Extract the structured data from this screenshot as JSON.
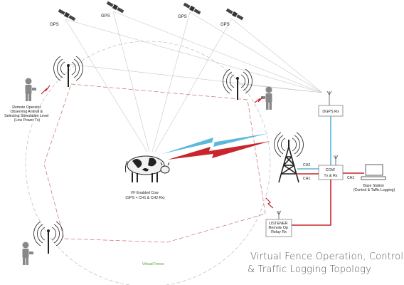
{
  "gps_labels": [
    "GPS",
    "GPS",
    "GPS",
    "GPS"
  ],
  "remote_operator": {
    "lines": [
      "Remote Operator",
      "Observing Animal &",
      "Selecting Stimulation Level",
      "(Low Power Tx)"
    ]
  },
  "cow": {
    "lines": [
      "VF Enabled Cow",
      "(GPS + CH1 & CH2 Rx)"
    ]
  },
  "dgps_box": {
    "label": "DGPS Rx"
  },
  "cow_box": {
    "lines": [
      "COW",
      "Tx & Rx"
    ]
  },
  "listener_box": {
    "lines": [
      "LISTENER",
      "Remote Op",
      "Relay Rx"
    ]
  },
  "base_station": {
    "lines": [
      "Base Station",
      "(Control & Taffic Logging)"
    ]
  },
  "channels": {
    "ch1": "CH1",
    "ch2": "CH2",
    "ch1_base": "CH1"
  },
  "fence_label": "Virtual Fence",
  "title": {
    "line1": "Virtual Fence Operation, Control",
    "line2": "& Traffic Logging Topology"
  },
  "colors": {
    "ch1": "#c8262c",
    "ch2": "#5bb8dc",
    "fence": "#4a9a3a",
    "lines": "#bdbdbd"
  }
}
